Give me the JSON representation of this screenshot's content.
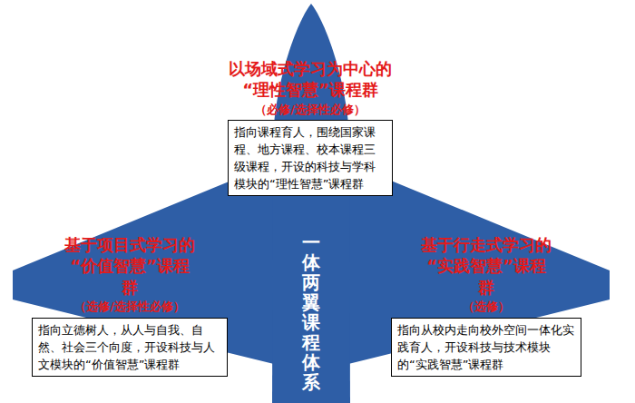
{
  "diagram": {
    "title": "一体两翼课程体系",
    "nodes": [
      {
        "text": [
          "以场域式学习为中心的 “理性智慧”课程群",
          "（必修/选择性必修）",
          "指向课程育人，围绕国家课程、地方课程、校本课程三级课程，开设的科技与学科模块的“理性智慧”课程群"
        ]
      },
      {
        "text": [
          "基于项目式学习的 “价值智慧”课程群",
          "（选修/选择性必修）",
          "指向立德树人，从人与自我、自然、社会三个向度，开设科技与人文模块的“价值智慧”课程群"
        ]
      },
      {
        "text": [
          "基于行走式学习的 “实践智慧”课程群",
          "（选修）",
          "指向从校内走向校外空间一体化实践育人，开设科技与技术模块的“实践智慧”课程群"
        ]
      }
    ]
  }
}
